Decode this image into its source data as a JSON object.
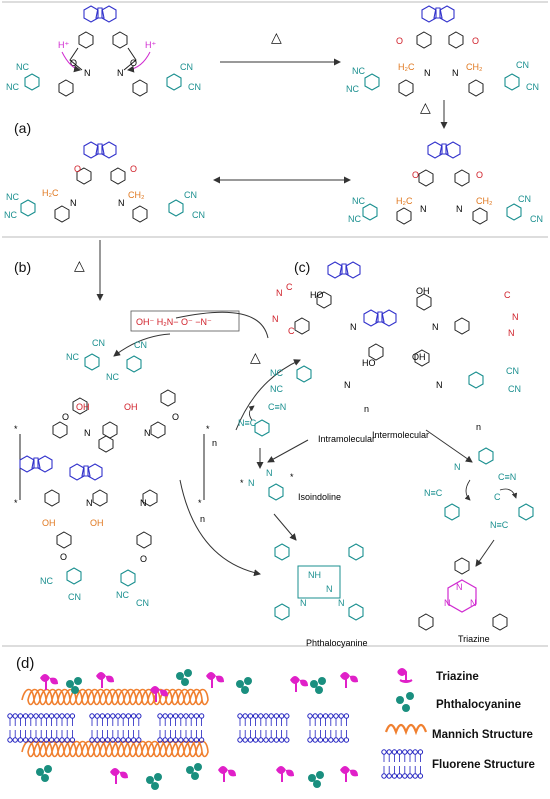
{
  "panels": {
    "a": "(a)",
    "b": "(b)",
    "c": "(c)",
    "d": "(d)"
  },
  "heat_symbol": "△",
  "labels": {
    "h_plus": "H⁺",
    "cn": "CN",
    "nc": "NC",
    "oh": "OH",
    "n": "N",
    "o": "O",
    "repeat_n": "n",
    "intramolecular": "Intramolecular",
    "intermolecular": "Intermolecular",
    "isoindoline": "Isoindoline",
    "phthalocyanine": "Phthalocyanine",
    "triazine": "Triazine",
    "nh": "NH",
    "nucleophiles": "OH⁻  H₂N−  O⁻  −N⁻"
  },
  "legend": [
    {
      "name": "Triazine",
      "color": "#e020c8"
    },
    {
      "name": "Phthalocyanine",
      "color": "#1a8f7f"
    },
    {
      "name": "Mannich Structure",
      "color": "#f08030"
    },
    {
      "name": "Fluorene Structure",
      "color": "#2020c0"
    }
  ]
}
